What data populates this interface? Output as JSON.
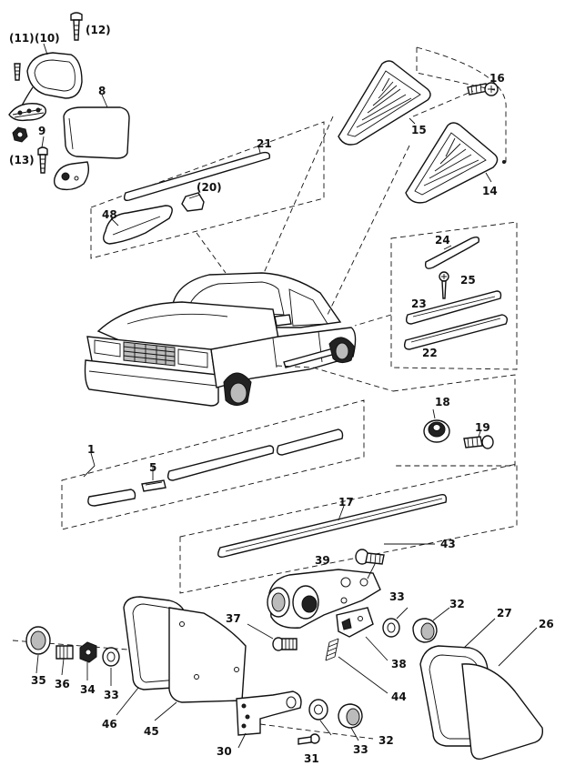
{
  "callouts": {
    "c1": "1",
    "c5": "5",
    "c8": "8",
    "c9": "9",
    "c10": "(10)",
    "c11": "(11)",
    "c12": "(12)",
    "c13": "(13)",
    "c14": "14",
    "c15": "15",
    "c16": "16",
    "c17": "17",
    "c18": "18",
    "c19": "19",
    "c20": "(20)",
    "c21": "21",
    "c22": "22",
    "c23": "23",
    "c24": "24",
    "c25": "25",
    "c26": "26",
    "c27": "27",
    "c30": "30",
    "c31": "31",
    "c32a": "32",
    "c32b": "32",
    "c33a": "33",
    "c33b": "33",
    "c33c": "33",
    "c34": "34",
    "c35": "35",
    "c36": "36",
    "c37": "37",
    "c38": "38",
    "c39": "39",
    "c43": "43",
    "c44": "44",
    "c45": "45",
    "c46": "46",
    "c48": "48"
  }
}
